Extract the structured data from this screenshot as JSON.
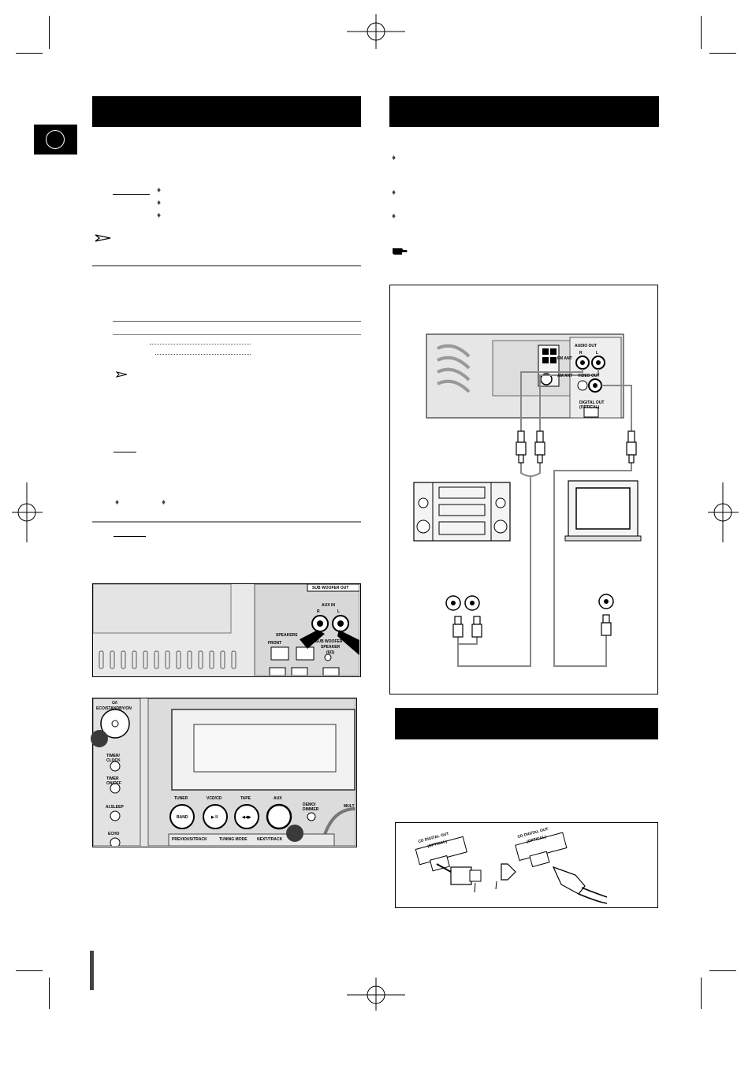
{
  "page": {
    "language_tab_letter": "",
    "left_section_title": "",
    "right_section_title": "",
    "digital_section_title": ""
  },
  "panel_aux": {
    "sub_woofer_out": "SUB WOOFER OUT",
    "aux_in": "AUX IN",
    "r": "R",
    "l": "L",
    "speakers": "SPEAKERS",
    "front": "FRONT",
    "sub_woofer_speaker": "SUB WOOFER",
    "speaker_2": "SPEAKER",
    "ohm": "(6Ω)"
  },
  "panel_front": {
    "power": "⏻/I",
    "eco_standby": "ECO/STANDBY/ON",
    "timer_clock": "TIMER/\nCLOCK",
    "timer_onoff": "TIMER\nON/OFF",
    "ai_sleep": "AI.SLEEP",
    "echo": "ECHO",
    "tuner": "TUNER",
    "vcd_cd": "VCD/CD",
    "tape": "TAPE",
    "aux": "AUX",
    "demo_dimmer": "DEMO/\nDIMMER",
    "mult": "MULT",
    "band": "BAND",
    "play_pause": "▶ II",
    "rewind_ff": "◀◀▶",
    "previous_track": "PREVIOUS/TRACK",
    "tuning_mode": "TUNING MODE",
    "next_track": "NEXT/TRACK"
  },
  "panel_video": {
    "audio_out": "AUDIO OUT",
    "r": "R",
    "l": "L",
    "video_out": "VIDEO OUT",
    "digital_out": "DIGITAL OUT\n(OPTICAL)",
    "fm_ant": "FM ANT",
    "am_ant": "AM ANT"
  },
  "panel_optical": {
    "cd_digital_out_1": "CD DIGITAL OUT",
    "optical_1": "(OPTICAL)",
    "cd_digital_out_2": "CD DIGITAL OUT",
    "optical_2": "(OPTICAL)"
  },
  "colors": {
    "header_bar": "#000000",
    "rule": "#888888",
    "cable": "#888888"
  }
}
